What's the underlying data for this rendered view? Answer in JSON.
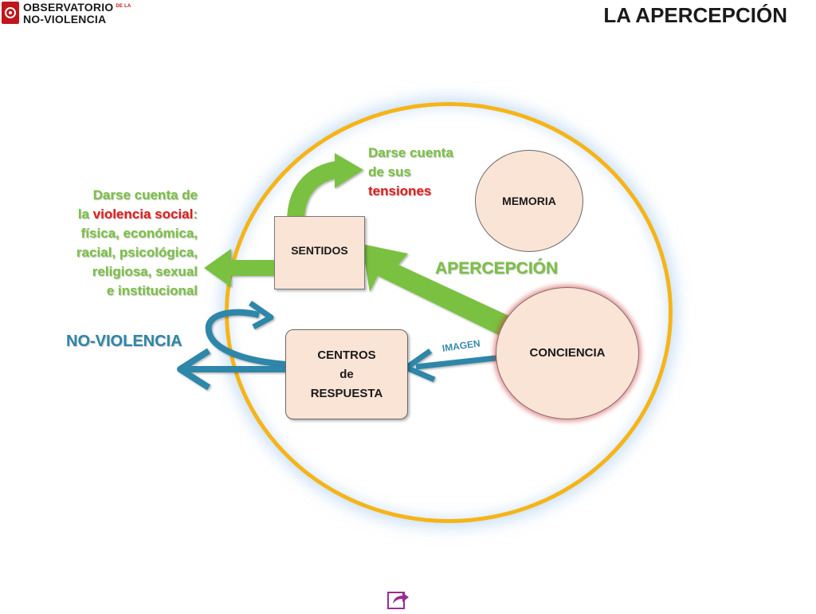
{
  "header": {
    "logo_line1": "OBSERVATORIO",
    "logo_line1_small": "DE LA",
    "logo_line2": "NO-VIOLENCIA",
    "title": "LA APERCEPCIÓN"
  },
  "diagram": {
    "nodes": {
      "sentidos": "SENTIDOS",
      "memoria": "MEMORIA",
      "conciencia": "CONCIENCIA",
      "centros": [
        "CENTROS",
        "de",
        "RESPUESTA"
      ]
    },
    "tensiones": {
      "line1": "Darse cuenta",
      "line2": "de sus",
      "line3": "tensiones"
    },
    "violencia": {
      "line1": "Darse cuenta de",
      "line2_pre": "la ",
      "line2_red": "violencia social",
      "line2_post": ":",
      "line3": "física, económica,",
      "line4": "racial, psicológica,",
      "line5": "religiosa, sexual",
      "line6": "e institucional"
    },
    "apercepcion_label": "APERCEPCIÓN",
    "imagen_label": "IMAGEN",
    "noviolencia_label": "NO-VIOLENCIA"
  },
  "colors": {
    "green": "#7ac143",
    "blue": "#2f86a8",
    "ring": "#f5b419",
    "node_fill": "#f9e4d6",
    "red": "#e01b1b"
  },
  "footer": {
    "nav_icon": "share-arrow-icon"
  }
}
